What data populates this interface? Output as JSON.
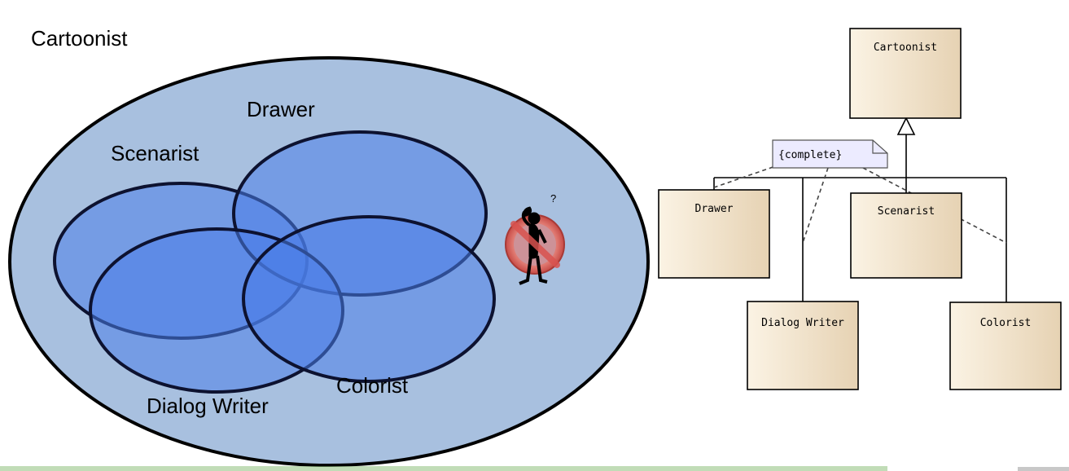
{
  "venn": {
    "title": "Cartoonist",
    "labels": {
      "drawer": "Drawer",
      "scenarist": "Scenarist",
      "dialog_writer": "Dialog Writer",
      "colorist": "Colorist"
    },
    "prohibited_icon": "no-thinking-person-icon",
    "question_mark": "?"
  },
  "uml": {
    "parent": "Cartoonist",
    "constraint": "{complete}",
    "children": {
      "drawer": "Drawer",
      "scenarist": "Scenarist",
      "dialog_writer": "Dialog Writer",
      "colorist": "Colorist"
    }
  },
  "colors": {
    "outer_set": "#a8c0df",
    "subset": "#4a7ee8",
    "uml_box": "#f3e3c8",
    "note": "#ecebff",
    "prohibit": "#d9534f"
  }
}
